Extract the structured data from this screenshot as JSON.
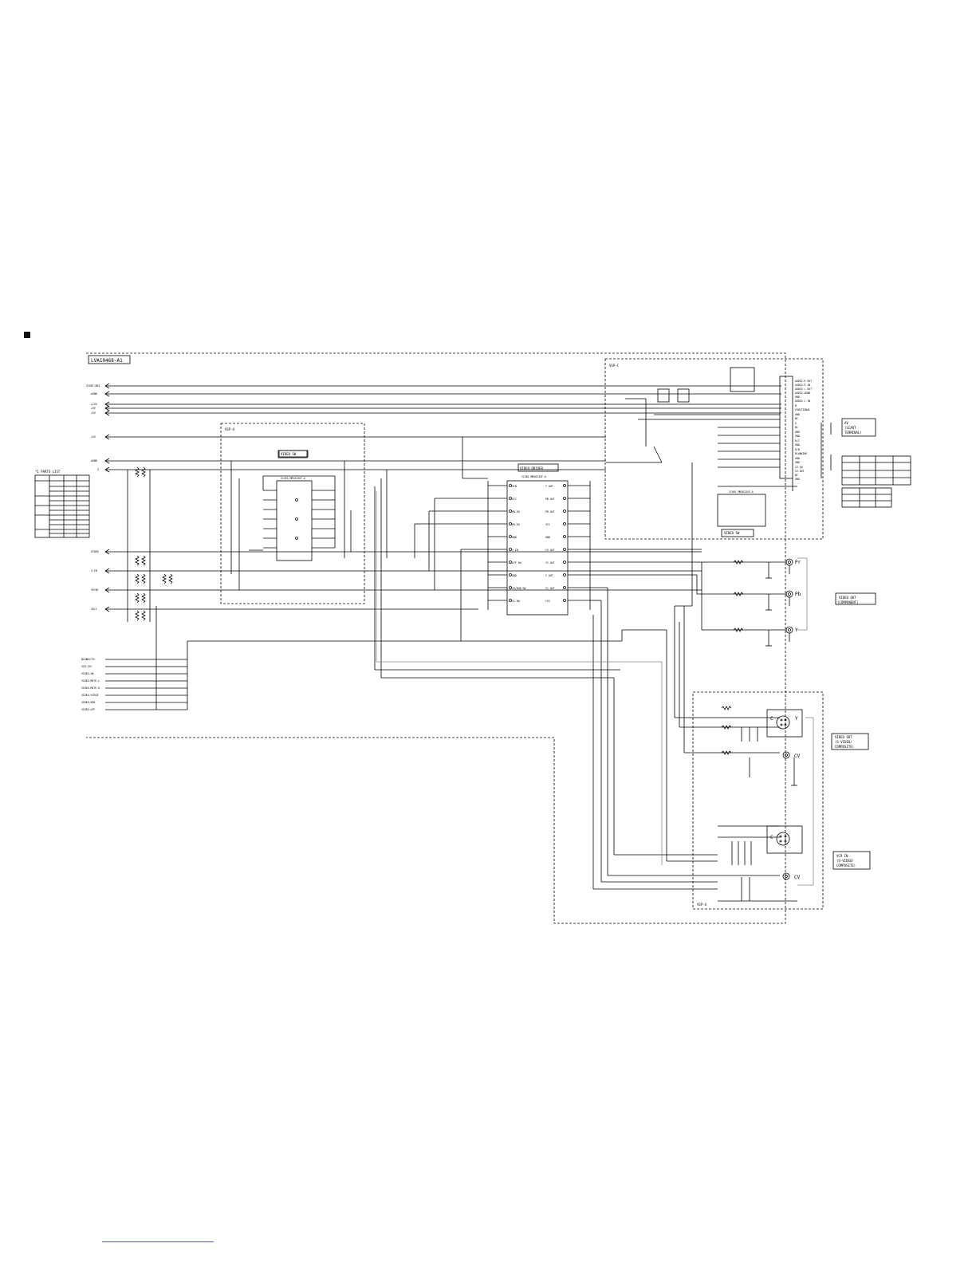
{
  "board_id": "LVA10468-A1",
  "blocks": {
    "vsp_c": "VSP-C",
    "vsp_u": "VSP-U",
    "vsp_u2": "VSP-U",
    "video_sw": "VIDEO SW",
    "video_driver": "VIDEO DRIVER",
    "video_sw2": "VIDEO SW"
  },
  "parts_list_title": "*1 PARTS LIST",
  "left_inputs": [
    "SCART-BUS",
    "AGND",
    "+12V",
    "+9V",
    "+5V",
    "+5V",
    "AGND",
    "G",
    "VIDEO",
    "Y/CB",
    "VSYNC",
    "CB/Y"
  ],
  "control_signals": [
    "BLANK/CTL",
    "VCR-SYC",
    "VIDEO-SW",
    "VIDEO-MUTE-L",
    "VIDEO-MUTE-R",
    "VIDEO-YCRCB",
    "VIDEO-RGB",
    "VIDEO-LPF"
  ],
  "scart_pins": [
    "AUDIO R OUT",
    "AUDIO R IN",
    "AUDIO L OUT",
    "AUDIO AGND",
    "GND",
    "AUDIO L IN",
    "B",
    "FUNCTIONAL",
    "GND",
    "NC",
    "G",
    "NC",
    "GND",
    "GND",
    "R/C",
    "GND",
    "R/B",
    "BLANKING",
    "GND",
    "GND",
    "CV-IN",
    "CV-OUT",
    "NC",
    "GND"
  ],
  "scart_label": [
    "AV",
    "(SCART",
    "TERMINAL)"
  ],
  "video_out_component": [
    "VIDEO OUT",
    "(COMPONENT)"
  ],
  "component_pins": [
    "Pr",
    "Pb",
    "Y"
  ],
  "video_out_svideo": [
    "VIDEO OUT",
    "(S-VIDEO/",
    "COMPOSITE)"
  ],
  "vcr_in": [
    "VCR IN",
    "(S-VIDEO/",
    "COMPOSITE)"
  ],
  "svideo_pins": [
    "Y",
    "C",
    "CV"
  ],
  "ic_names": [
    "IC451 MM1523XF-A",
    "IC501 MM1623XF-A",
    "IC601 MM1623XF-A"
  ],
  "driver_left_pins": [
    "VIN",
    "VCC",
    "PB-IN",
    "PR-IN",
    "GND",
    "Y-IN",
    "LPF SW",
    "GND",
    "CR/RGB SW",
    "YC-SW"
  ],
  "driver_right_pins": [
    "Y OUT",
    "PB OUT",
    "PR OUT",
    "VCC",
    "GND",
    "CV OUT",
    "Y2 OUT",
    "C OUT",
    "Y1 OUT",
    "CV2"
  ]
}
